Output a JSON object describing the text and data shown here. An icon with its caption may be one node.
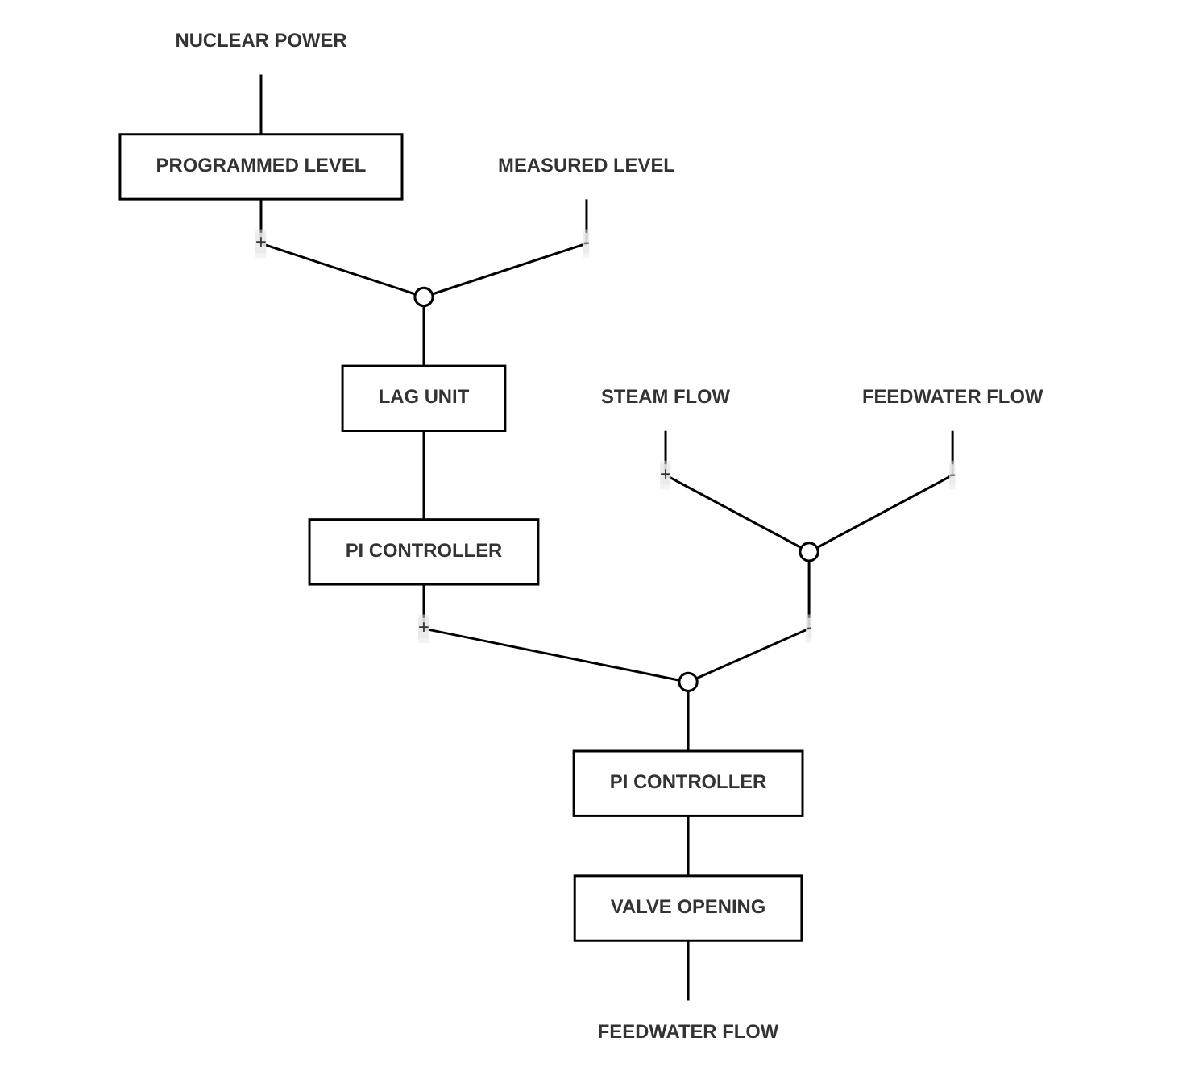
{
  "diagram": {
    "nodes": [
      {
        "text": [
          "NUCLEAR POWER"
        ]
      },
      {
        "text": [
          "MEASURED LEVEL"
        ]
      },
      {
        "text": [
          "STEAM FLOW"
        ]
      },
      {
        "text": [
          "FEEDWATER FLOW"
        ]
      },
      {
        "text": [
          "PROGRAMMED LEVEL"
        ]
      },
      {
        "text": [],
        "shape": "circle"
      },
      {
        "text": [],
        "shape": "circle"
      },
      {
        "text": [
          "LAG UNIT"
        ]
      },
      {
        "text": [
          "PI CONTROLLER"
        ]
      },
      {
        "text": [],
        "shape": "circle"
      },
      {
        "text": [
          "PI CONTROLLER"
        ]
      },
      {
        "text": [
          "VALVE OPENING"
        ]
      },
      {
        "text": [
          "FEEDWATER FLOW"
        ]
      }
    ],
    "edges": [
      {
        "from": 0,
        "to": 4,
        "arrow": "none"
      },
      {
        "from": 4,
        "to": 5,
        "arrow": "none",
        "label": "+"
      },
      {
        "from": 1,
        "to": 5,
        "arrow": "none",
        "label": "-"
      },
      {
        "from": 2,
        "to": 6,
        "arrow": "none",
        "label": "+"
      },
      {
        "from": 3,
        "to": 6,
        "arrow": "none",
        "label": "-"
      },
      {
        "from": 5,
        "to": 7,
        "arrow": "none"
      },
      {
        "from": 7,
        "to": 8,
        "arrow": "none"
      },
      {
        "from": 8,
        "to": 9,
        "arrow": "none",
        "label": "+"
      },
      {
        "from": 6,
        "to": 9,
        "arrow": "none",
        "label": "-"
      },
      {
        "from": 9,
        "to": 10,
        "arrow": "none"
      },
      {
        "from": 10,
        "to": 11,
        "arrow": "none"
      },
      {
        "from": 11,
        "to": 12,
        "arrow": "none"
      }
    ]
  }
}
